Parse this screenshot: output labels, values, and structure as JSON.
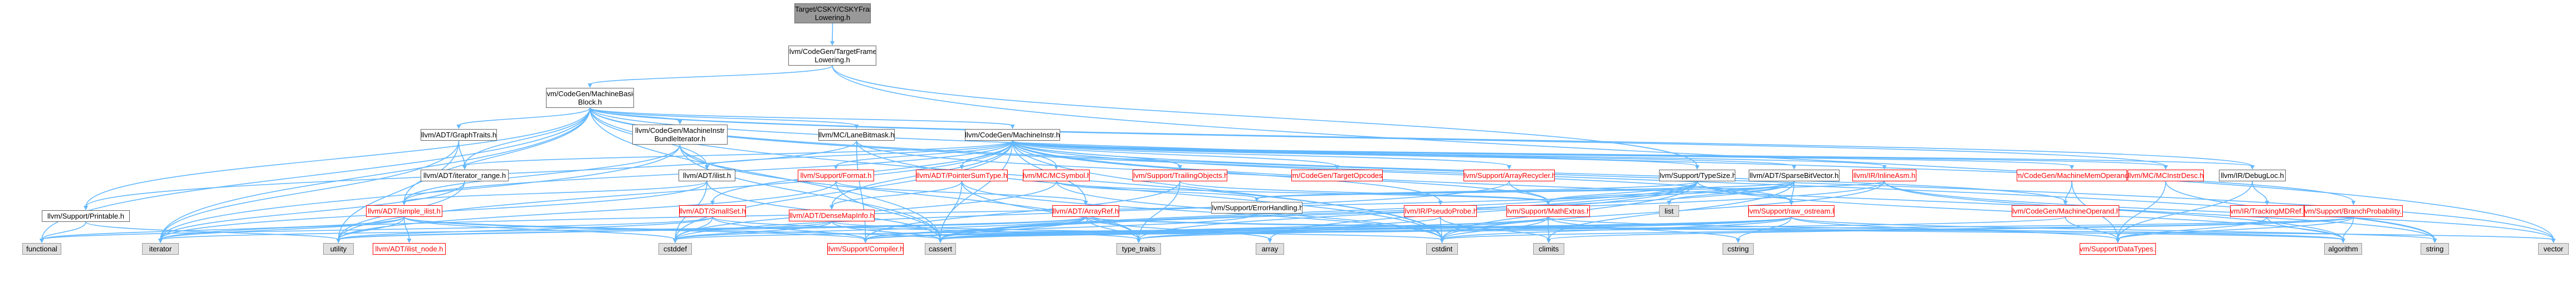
{
  "diagram": {
    "nodes": [
      {
        "id": "root",
        "label": "lib/Target/CSKY/CSKYFrame\nLowering.h",
        "style": "root"
      },
      {
        "id": "tfl",
        "label": "llvm/CodeGen/TargetFrame\nLowering.h",
        "style": "normal"
      },
      {
        "id": "mbb",
        "label": "llvm/CodeGen/MachineBasic\nBlock.h",
        "style": "normal"
      },
      {
        "id": "gt",
        "label": "llvm/ADT/GraphTraits.h",
        "style": "normal"
      },
      {
        "id": "mibi",
        "label": "llvm/CodeGen/MachineInstr\nBundleIterator.h",
        "style": "normal"
      },
      {
        "id": "lanebm",
        "label": "llvm/MC/LaneBitmask.h",
        "style": "normal"
      },
      {
        "id": "mi",
        "label": "llvm/CodeGen/MachineInstr.h",
        "style": "normal"
      },
      {
        "id": "itrange",
        "label": "llvm/ADT/iterator_range.h",
        "style": "normal"
      },
      {
        "id": "ilist",
        "label": "llvm/ADT/ilist.h",
        "style": "normal"
      },
      {
        "id": "printable",
        "label": "llvm/Support/Printable.h",
        "style": "normal"
      },
      {
        "id": "simpleilist",
        "label": "llvm/ADT/simple_ilist.h",
        "style": "red"
      },
      {
        "id": "smallset",
        "label": "llvm/ADT/SmallSet.h",
        "style": "red"
      },
      {
        "id": "format",
        "label": "llvm/Support/Format.h",
        "style": "red"
      },
      {
        "id": "densemapinfo",
        "label": "llvm/ADT/DenseMapInfo.h",
        "style": "red"
      },
      {
        "id": "pointersumtype",
        "label": "llvm/ADT/PointerSumType.h",
        "style": "red"
      },
      {
        "id": "mcsymbol",
        "label": "llvm/MC/MCSymbol.h",
        "style": "red"
      },
      {
        "id": "trailingobjects",
        "label": "llvm/Support/TrailingObjects.h",
        "style": "red"
      },
      {
        "id": "targetopcodes",
        "label": "llvm/CodeGen/TargetOpcodes.h",
        "style": "red"
      },
      {
        "id": "arrayrecycler",
        "label": "llvm/Support/ArrayRecycler.h",
        "style": "red"
      },
      {
        "id": "typesize",
        "label": "llvm/Support/TypeSize.h",
        "style": "normal"
      },
      {
        "id": "sparsebitvector",
        "label": "llvm/ADT/SparseBitVector.h",
        "style": "normal"
      },
      {
        "id": "inlineasm",
        "label": "llvm/IR/InlineAsm.h",
        "style": "red"
      },
      {
        "id": "mo",
        "label": "llvm/CodeGen/MachineMemOperand.h",
        "style": "red"
      },
      {
        "id": "mcinstrdesc",
        "label": "llvm/MC/MCInstrDesc.h",
        "style": "red"
      },
      {
        "id": "debugloc",
        "label": "llvm/IR/DebugLoc.h",
        "style": "normal"
      },
      {
        "id": "ilistnode",
        "label": "llvm/ADT/ilist_node.h",
        "style": "red"
      },
      {
        "id": "arrayref",
        "label": "llvm/ADT/ArrayRef.h",
        "style": "red"
      },
      {
        "id": "errorhandling",
        "label": "llvm/Support/ErrorHandling.h",
        "style": "normal"
      },
      {
        "id": "pseudoprobe",
        "label": "llvm/IR/PseudoProbe.h",
        "style": "red"
      },
      {
        "id": "mathextras",
        "label": "llvm/Support/MathExtras.h",
        "style": "red"
      },
      {
        "id": "rawostream",
        "label": "llvm/Support/raw_ostream.h",
        "style": "red"
      },
      {
        "id": "machineoperand",
        "label": "llvm/CodeGen/MachineOperand.h",
        "style": "red"
      },
      {
        "id": "trackingmdref",
        "label": "llvm/IR/TrackingMDRef.h",
        "style": "red"
      },
      {
        "id": "branchprob",
        "label": "llvm/Support/BranchProbability.h",
        "style": "red"
      },
      {
        "id": "compiler",
        "label": "llvm/Support/Compiler.h",
        "style": "red"
      },
      {
        "id": "datatypes",
        "label": "llvm/Support/DataTypes.h",
        "style": "red"
      },
      {
        "id": "functional",
        "label": "functional",
        "style": "ext"
      },
      {
        "id": "iterator",
        "label": "iterator",
        "style": "ext"
      },
      {
        "id": "utility",
        "label": "utility",
        "style": "ext"
      },
      {
        "id": "cstddef",
        "label": "cstddef",
        "style": "ext"
      },
      {
        "id": "cassert",
        "label": "cassert",
        "style": "ext"
      },
      {
        "id": "array",
        "label": "array",
        "style": "ext"
      },
      {
        "id": "type_traits",
        "label": "type_traits",
        "style": "ext"
      },
      {
        "id": "cstdint",
        "label": "cstdint",
        "style": "ext"
      },
      {
        "id": "list",
        "label": "list",
        "style": "ext"
      },
      {
        "id": "climits",
        "label": "climits",
        "style": "ext"
      },
      {
        "id": "cstring",
        "label": "cstring",
        "style": "ext"
      },
      {
        "id": "algorithm",
        "label": "algorithm",
        "style": "ext"
      },
      {
        "id": "string",
        "label": "string",
        "style": "ext"
      },
      {
        "id": "vector",
        "label": "vector",
        "style": "ext"
      }
    ],
    "edges": [
      [
        "root",
        "tfl"
      ],
      [
        "tfl",
        "mbb"
      ],
      [
        "tfl",
        "typesize"
      ],
      [
        "tfl",
        "vector"
      ],
      [
        "mbb",
        "gt"
      ],
      [
        "mbb",
        "mibi"
      ],
      [
        "mbb",
        "lanebm"
      ],
      [
        "mbb",
        "mi"
      ],
      [
        "mbb",
        "ilist"
      ],
      [
        "mbb",
        "itrange"
      ],
      [
        "mbb",
        "printable"
      ],
      [
        "mbb",
        "simpleilist"
      ],
      [
        "mbb",
        "debugloc"
      ],
      [
        "mbb",
        "mcinstrdesc"
      ],
      [
        "mbb",
        "branchprob"
      ],
      [
        "mbb",
        "iterator"
      ],
      [
        "mbb",
        "functional"
      ],
      [
        "mbb",
        "string"
      ],
      [
        "mbb",
        "vector"
      ],
      [
        "mbb",
        "cassert"
      ],
      [
        "mbb",
        "cstdint"
      ],
      [
        "gt",
        "itrange"
      ],
      [
        "gt",
        "iterator"
      ],
      [
        "gt",
        "utility"
      ],
      [
        "mibi",
        "ilist"
      ],
      [
        "mibi",
        "simpleilist"
      ],
      [
        "mibi",
        "cassert"
      ],
      [
        "mibi",
        "iterator"
      ],
      [
        "mibi",
        "type_traits"
      ],
      [
        "lanebm",
        "printable"
      ],
      [
        "lanebm",
        "mathextras"
      ],
      [
        "lanebm",
        "compiler"
      ],
      [
        "lanebm",
        "cstdint"
      ],
      [
        "mi",
        "densemapinfo"
      ],
      [
        "mi",
        "pointersumtype"
      ],
      [
        "mi",
        "smallset"
      ],
      [
        "mi",
        "ilist"
      ],
      [
        "mi",
        "itrange"
      ],
      [
        "mi",
        "simpleilist"
      ],
      [
        "mi",
        "mcsymbol"
      ],
      [
        "mi",
        "format"
      ],
      [
        "mi",
        "trailingobjects"
      ],
      [
        "mi",
        "targetopcodes"
      ],
      [
        "mi",
        "arrayrecycler"
      ],
      [
        "mi",
        "typesize"
      ],
      [
        "mi",
        "sparsebitvector"
      ],
      [
        "mi",
        "inlineasm"
      ],
      [
        "mi",
        "mo"
      ],
      [
        "mi",
        "mcinstrdesc"
      ],
      [
        "mi",
        "debugloc"
      ],
      [
        "mi",
        "machineoperand"
      ],
      [
        "mi",
        "pseudoprobe"
      ],
      [
        "mi",
        "rawostream"
      ],
      [
        "mi",
        "arrayref"
      ],
      [
        "mi",
        "utility"
      ],
      [
        "mi",
        "algorithm"
      ],
      [
        "mi",
        "cassert"
      ],
      [
        "mi",
        "cstddef"
      ],
      [
        "mi",
        "cstdint"
      ],
      [
        "ilist",
        "simpleilist"
      ],
      [
        "ilist",
        "cassert"
      ],
      [
        "ilist",
        "cstddef"
      ],
      [
        "ilist",
        "iterator"
      ],
      [
        "itrange",
        "iterator"
      ],
      [
        "itrange",
        "utility"
      ],
      [
        "printable",
        "functional"
      ],
      [
        "printable",
        "utility"
      ],
      [
        "simpleilist",
        "ilistnode"
      ],
      [
        "simpleilist",
        "compiler"
      ],
      [
        "simpleilist",
        "cassert"
      ],
      [
        "simpleilist",
        "cstddef"
      ],
      [
        "simpleilist",
        "functional"
      ],
      [
        "simpleilist",
        "iterator"
      ],
      [
        "simpleilist",
        "utility"
      ],
      [
        "smallset",
        "compiler"
      ],
      [
        "smallset",
        "cstddef"
      ],
      [
        "smallset",
        "functional"
      ],
      [
        "smallset",
        "utility"
      ],
      [
        "smallset",
        "type_traits"
      ],
      [
        "format",
        "arrayref"
      ],
      [
        "format",
        "cassert"
      ],
      [
        "format",
        "utility"
      ],
      [
        "densemapinfo",
        "cassert"
      ],
      [
        "densemapinfo",
        "cstddef"
      ],
      [
        "densemapinfo",
        "cstdint"
      ],
      [
        "densemapinfo",
        "utility"
      ],
      [
        "pointersumtype",
        "densemapinfo"
      ],
      [
        "pointersumtype",
        "cassert"
      ],
      [
        "pointersumtype",
        "cstdint"
      ],
      [
        "pointersumtype",
        "type_traits"
      ],
      [
        "mcsymbol",
        "errorhandling"
      ],
      [
        "mcsymbol",
        "mathextras"
      ],
      [
        "mcsymbol",
        "cstddef"
      ],
      [
        "mcsymbol",
        "cstdint"
      ],
      [
        "trailingobjects",
        "compiler"
      ],
      [
        "trailingobjects",
        "mathextras"
      ],
      [
        "trailingobjects",
        "type_traits"
      ],
      [
        "arrayrecycler",
        "mathextras"
      ],
      [
        "arrayrecycler",
        "cstddef"
      ],
      [
        "typesize",
        "errorhandling"
      ],
      [
        "typesize",
        "mathextras"
      ],
      [
        "typesize",
        "rawostream"
      ],
      [
        "typesize",
        "algorithm"
      ],
      [
        "typesize",
        "array"
      ],
      [
        "typesize",
        "cassert"
      ],
      [
        "typesize",
        "cstdint"
      ],
      [
        "typesize",
        "type_traits"
      ],
      [
        "sparsebitvector",
        "errorhandling"
      ],
      [
        "sparsebitvector",
        "mathextras"
      ],
      [
        "sparsebitvector",
        "rawostream"
      ],
      [
        "sparsebitvector",
        "list"
      ],
      [
        "sparsebitvector",
        "climits"
      ],
      [
        "sparsebitvector",
        "cassert"
      ],
      [
        "sparsebitvector",
        "iterator"
      ],
      [
        "inlineasm",
        "errorhandling"
      ],
      [
        "inlineasm",
        "cassert"
      ],
      [
        "inlineasm",
        "cstdint"
      ],
      [
        "inlineasm",
        "string"
      ],
      [
        "inlineasm",
        "vector"
      ],
      [
        "mo",
        "machineoperand"
      ],
      [
        "mo",
        "datatypes"
      ],
      [
        "mcinstrdesc",
        "datatypes"
      ],
      [
        "mcinstrdesc",
        "string"
      ],
      [
        "debugloc",
        "trackingmdref"
      ],
      [
        "debugloc",
        "datatypes"
      ],
      [
        "arrayref",
        "compiler"
      ],
      [
        "arrayref",
        "cassert"
      ],
      [
        "arrayref",
        "cstddef"
      ],
      [
        "arrayref",
        "iterator"
      ],
      [
        "arrayref",
        "type_traits"
      ],
      [
        "arrayref",
        "algorithm"
      ],
      [
        "arrayref",
        "array"
      ],
      [
        "arrayref",
        "vector"
      ],
      [
        "arrayref",
        "utility"
      ],
      [
        "errorhandling",
        "compiler"
      ],
      [
        "pseudoprobe",
        "cassert"
      ],
      [
        "pseudoprobe",
        "cstdint"
      ],
      [
        "pseudoprobe",
        "climits"
      ],
      [
        "mathextras",
        "compiler"
      ],
      [
        "mathextras",
        "cassert"
      ],
      [
        "mathextras",
        "climits"
      ],
      [
        "mathextras",
        "cstdint"
      ],
      [
        "mathextras",
        "cstring"
      ],
      [
        "mathextras",
        "algorithm"
      ],
      [
        "mathextras",
        "type_traits"
      ],
      [
        "rawostream",
        "compiler"
      ],
      [
        "rawostream",
        "datatypes"
      ],
      [
        "rawostream",
        "cassert"
      ],
      [
        "rawostream",
        "cstddef"
      ],
      [
        "rawostream",
        "cstdint"
      ],
      [
        "rawostream",
        "cstring"
      ],
      [
        "rawostream",
        "string"
      ],
      [
        "rawostream",
        "type_traits"
      ],
      [
        "machineoperand",
        "datatypes"
      ],
      [
        "machineoperand",
        "cassert"
      ],
      [
        "trackingmdref",
        "datatypes"
      ],
      [
        "trackingmdref",
        "algorithm"
      ],
      [
        "branchprob",
        "datatypes"
      ],
      [
        "branchprob",
        "algorithm"
      ],
      [
        "branchprob",
        "cassert"
      ],
      [
        "branchprob",
        "climits"
      ],
      [
        "branchprob",
        "cstdint"
      ],
      [
        "branchprob",
        "numeric_placeholder"
      ]
    ]
  }
}
